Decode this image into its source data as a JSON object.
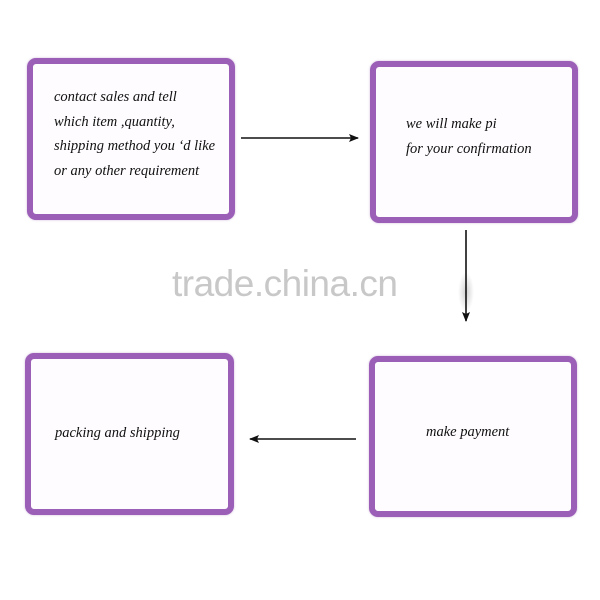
{
  "steps": [
    {
      "lines": [
        "contact sales and tell",
        "which item ,quantity,",
        "shipping method you ‘d like",
        "or any other requirement"
      ]
    },
    {
      "lines": [
        "we will make pi",
        "for your confirmation"
      ]
    },
    {
      "lines": [
        "make payment"
      ]
    },
    {
      "lines": [
        "packing and  shipping"
      ]
    }
  ],
  "watermark": "trade.china.cn",
  "colors": {
    "box_border": "#9b5fb7",
    "arrow": "#111111",
    "watermark": "#c8c8c8"
  }
}
